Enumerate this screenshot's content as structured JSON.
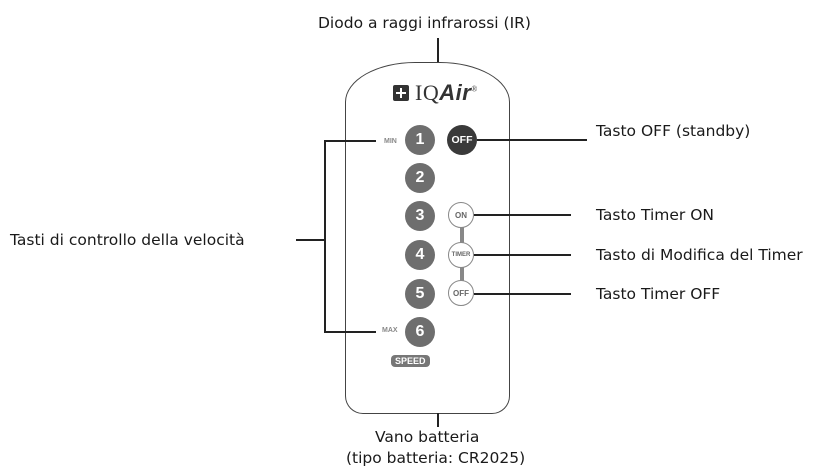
{
  "labels": {
    "ir_diode": "Diodo a raggi infrarossi (IR)",
    "off_button": "Tasto OFF (standby)",
    "speed_keys": "Tasti di controllo della velocità",
    "timer_on": "Tasto Timer ON",
    "timer_modify": "Tasto di Modifica del Timer",
    "timer_off": "Tasto Timer OFF",
    "battery_line1": "Vano batteria",
    "battery_line2": "(tipo batteria: CR2025)"
  },
  "remote": {
    "logo_prefix": "IQ",
    "logo_brand": "Air",
    "logo_mark": "®",
    "min_label": "MIN",
    "max_label": "MAX",
    "off_label": "OFF",
    "speed_buttons": [
      "1",
      "2",
      "3",
      "4",
      "5",
      "6"
    ],
    "timer_on_label": "ON",
    "timer_label": "TIMER",
    "timer_off_label": "OFF",
    "speed_badge": "SPEED"
  }
}
